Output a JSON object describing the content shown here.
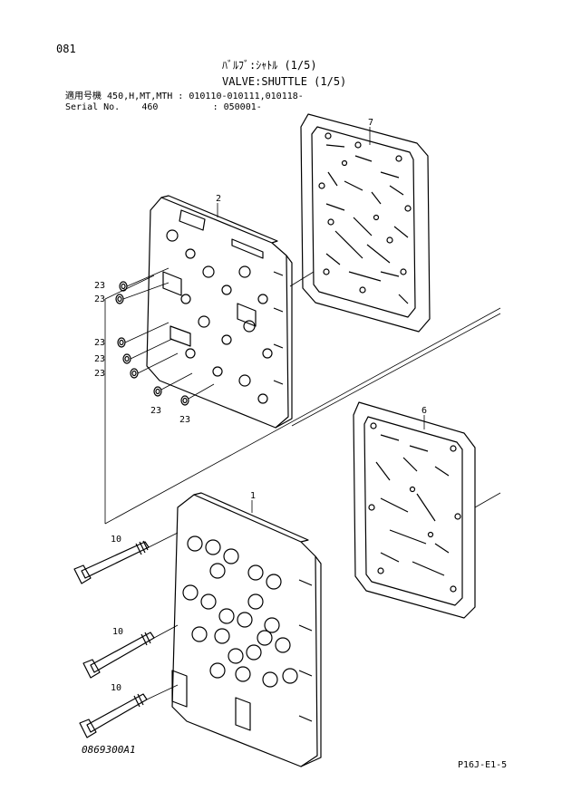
{
  "header": {
    "page_number": "081",
    "title_jp": "ﾊﾞﾙﾌﾞ:ｼｬﾄﾙ (1/5)",
    "title_en": "VALVE:SHUTTLE (1/5)",
    "applicability": {
      "label": "適用号機",
      "models": "450,H,MT,MTH",
      "serials": "010110-010111,010118-"
    },
    "serial_no": {
      "label": "Serial No.",
      "model": "460",
      "serials": "050001-"
    }
  },
  "callouts": {
    "part_1": "1",
    "part_2": "2",
    "part_6": "6",
    "part_7": "7",
    "part_10": "10",
    "part_23": "23"
  },
  "footer": {
    "drawing_number": "0869300A1",
    "page_code": "P16J-E1-5"
  }
}
